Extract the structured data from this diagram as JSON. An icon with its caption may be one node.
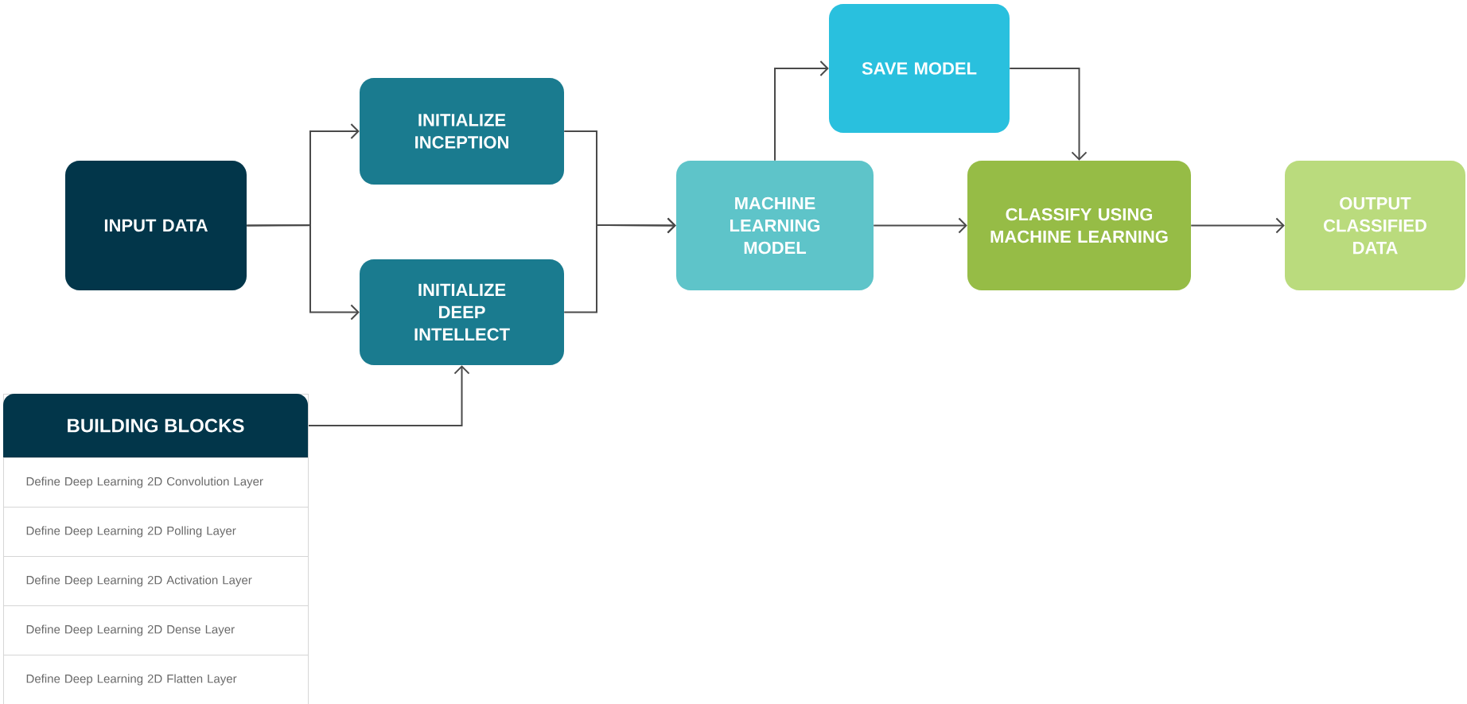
{
  "diagram": {
    "nodes": [
      {
        "text": [
          "INPUT DATA"
        ]
      },
      {
        "text": [
          "INITIALIZE INCEPTION"
        ]
      },
      {
        "text": [
          "INITIALIZE DEEP INTELLECT"
        ]
      },
      {
        "text": [
          "BUILDING BLOCKS"
        ]
      },
      {
        "text": [
          "Define Deep Learning 2D Convolution Layer"
        ],
        "in": 3
      },
      {
        "text": [
          "Define Deep Learning 2D Polling Layer"
        ],
        "in": 3
      },
      {
        "text": [
          "Define Deep Learning 2D Activation Layer"
        ],
        "in": 3
      },
      {
        "text": [
          "Define Deep Learning 2D Dense Layer"
        ],
        "in": 3
      },
      {
        "text": [
          "Define Deep Learning 2D Flatten Layer"
        ],
        "in": 3
      },
      {
        "text": [
          "MACHINE LEARNING MODEL"
        ]
      },
      {
        "text": [
          "SAVE MODEL"
        ]
      },
      {
        "text": [
          "CLASSIFY USING MACHINE LEARNING"
        ]
      },
      {
        "text": [
          "OUTPUT CLASSIFIED DATA"
        ]
      }
    ],
    "edges": [
      {
        "from": 0,
        "to": 1,
        "arrow": "to"
      },
      {
        "from": 0,
        "to": 2,
        "arrow": "to"
      },
      {
        "from": 1,
        "to": 9,
        "arrow": "to"
      },
      {
        "from": 2,
        "to": 9,
        "arrow": "to"
      },
      {
        "from": 3,
        "to": 2,
        "arrow": "to"
      },
      {
        "from": 9,
        "to": 10,
        "arrow": "to"
      },
      {
        "from": 10,
        "to": 11,
        "arrow": "to"
      },
      {
        "from": 9,
        "to": 11,
        "arrow": "to"
      },
      {
        "from": 11,
        "to": 12,
        "arrow": "to"
      }
    ]
  }
}
